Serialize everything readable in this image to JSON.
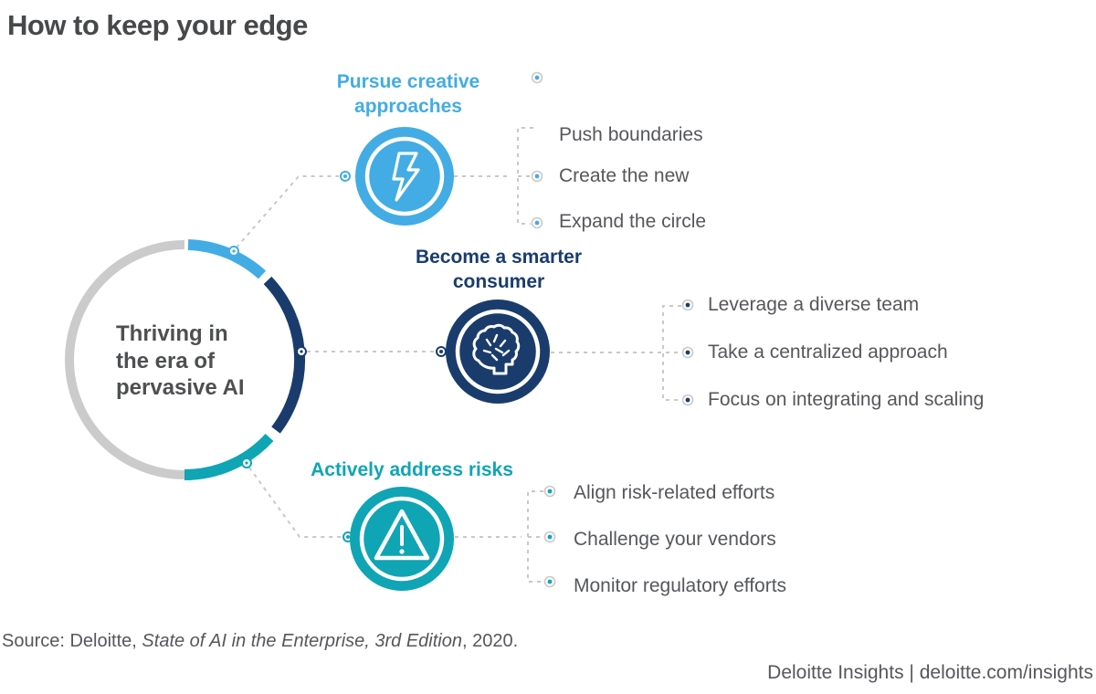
{
  "title": "How to keep your edge",
  "center": {
    "lines": [
      "Thriving in",
      "the era of",
      "pervasive AI"
    ]
  },
  "branches": [
    {
      "id": "creative",
      "title_lines": [
        "Pursue creative",
        "approaches"
      ],
      "icon": "lightning-icon",
      "bullets": [
        "Push boundaries",
        "Create the new",
        "Expand the circle"
      ]
    },
    {
      "id": "consumer",
      "title_lines": [
        "Become a smarter",
        "consumer"
      ],
      "icon": "brain-icon",
      "bullets": [
        "Leverage a diverse team",
        "Take a centralized approach",
        "Focus on integrating and scaling"
      ]
    },
    {
      "id": "risks",
      "title_lines": [
        "Actively address risks"
      ],
      "icon": "warning-icon",
      "bullets": [
        "Align risk-related efforts",
        "Challenge your vendors",
        "Monitor regulatory efforts"
      ]
    }
  ],
  "source": {
    "prefix": "Source: Deloitte, ",
    "italic": "State of AI in the Enterprise, 3rd Edition",
    "suffix": ", 2020."
  },
  "footer": {
    "brand": "Deloitte Insights",
    "separator": "|",
    "url": "deloitte.com/insights"
  },
  "colors": {
    "accent_blue": "#43ACE4",
    "accent_navy": "#1A3C6D",
    "accent_teal": "#0FA5B5",
    "line_gray": "#C8C8C8",
    "ring_gray": "#C9C9C9",
    "arc_gray": "#CBCBCB"
  }
}
